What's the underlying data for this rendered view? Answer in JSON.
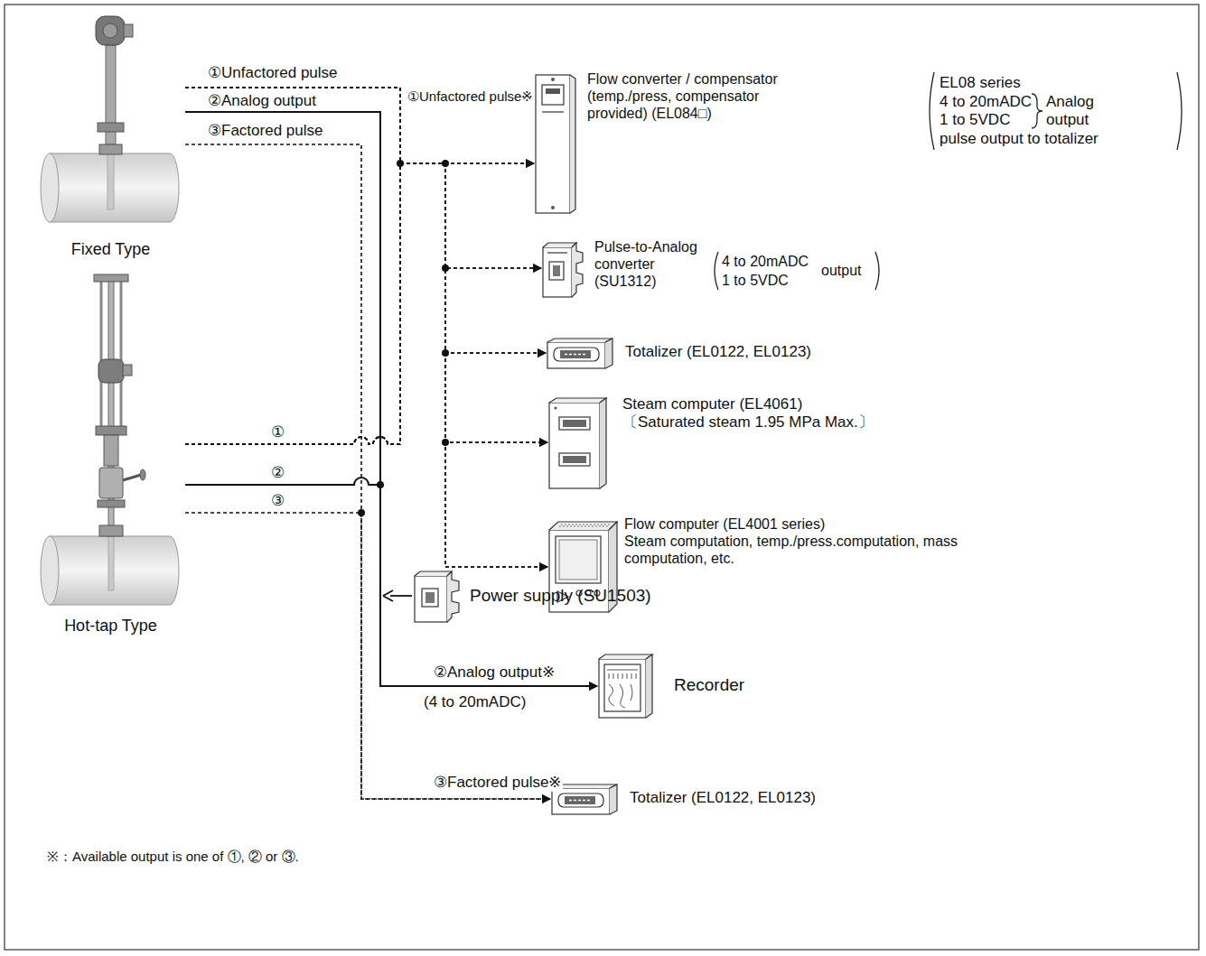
{
  "diagram": {
    "nodes": [
      {
        "text": [
          "Fixed Type"
        ]
      },
      {
        "text": [
          "Hot-tap Type"
        ]
      },
      {
        "text": [
          "Flow converter / compensator (temp./press, compensator provided) (EL084□)",
          "EL08 series",
          "4 to 20mADC",
          "1 to 5VDC",
          "Analog output",
          "pulse output to totalizer"
        ]
      },
      {
        "text": [
          "Pulse-to-Analog converter (SU1312)",
          "4 to 20mADC",
          "1 to 5VDC",
          "output"
        ]
      },
      {
        "text": [
          "Totalizer (EL0122, EL0123)"
        ]
      },
      {
        "text": [
          "Steam computer (EL4061)",
          "〔Saturated steam 1.95 MPa Max.〕"
        ]
      },
      {
        "text": [
          "Flow computer (EL4001 series)",
          "Steam computation, temp./press.computation, mass computation, etc."
        ]
      },
      {
        "text": [
          "Power supply (SU1503)"
        ]
      },
      {
        "text": [
          "Recorder"
        ]
      },
      {
        "text": [
          "Totalizer (EL0122, EL0123)"
        ]
      }
    ],
    "edges": [
      {
        "from": 0,
        "to": 2,
        "arrow": "to"
      },
      {
        "from": 1,
        "to": 2,
        "arrow": "to"
      },
      {
        "from": 0,
        "to": 3,
        "arrow": "to"
      },
      {
        "from": 1,
        "to": 3,
        "arrow": "to"
      },
      {
        "from": 0,
        "to": 4,
        "arrow": "to"
      },
      {
        "from": 1,
        "to": 4,
        "arrow": "to"
      },
      {
        "from": 0,
        "to": 5,
        "arrow": "to"
      },
      {
        "from": 1,
        "to": 5,
        "arrow": "to"
      },
      {
        "from": 0,
        "to": 6,
        "arrow": "to"
      },
      {
        "from": 1,
        "to": 6,
        "arrow": "to"
      },
      {
        "from": 0,
        "to": 8,
        "arrow": "to"
      },
      {
        "from": 1,
        "to": 8,
        "arrow": "to"
      },
      {
        "from": 0,
        "to": 9,
        "arrow": "to"
      },
      {
        "from": 1,
        "to": 9,
        "arrow": "to"
      }
    ],
    "labels": [
      "①Unfactored pulse",
      "②Analog output",
      "③Factored pulse",
      "①Unfactored pulse※",
      "①",
      "②",
      "③",
      "②Analog output※",
      "(4 to 20mADC)",
      "③Factored pulse※",
      "※：Available output is one of ①, ② or ③."
    ]
  }
}
